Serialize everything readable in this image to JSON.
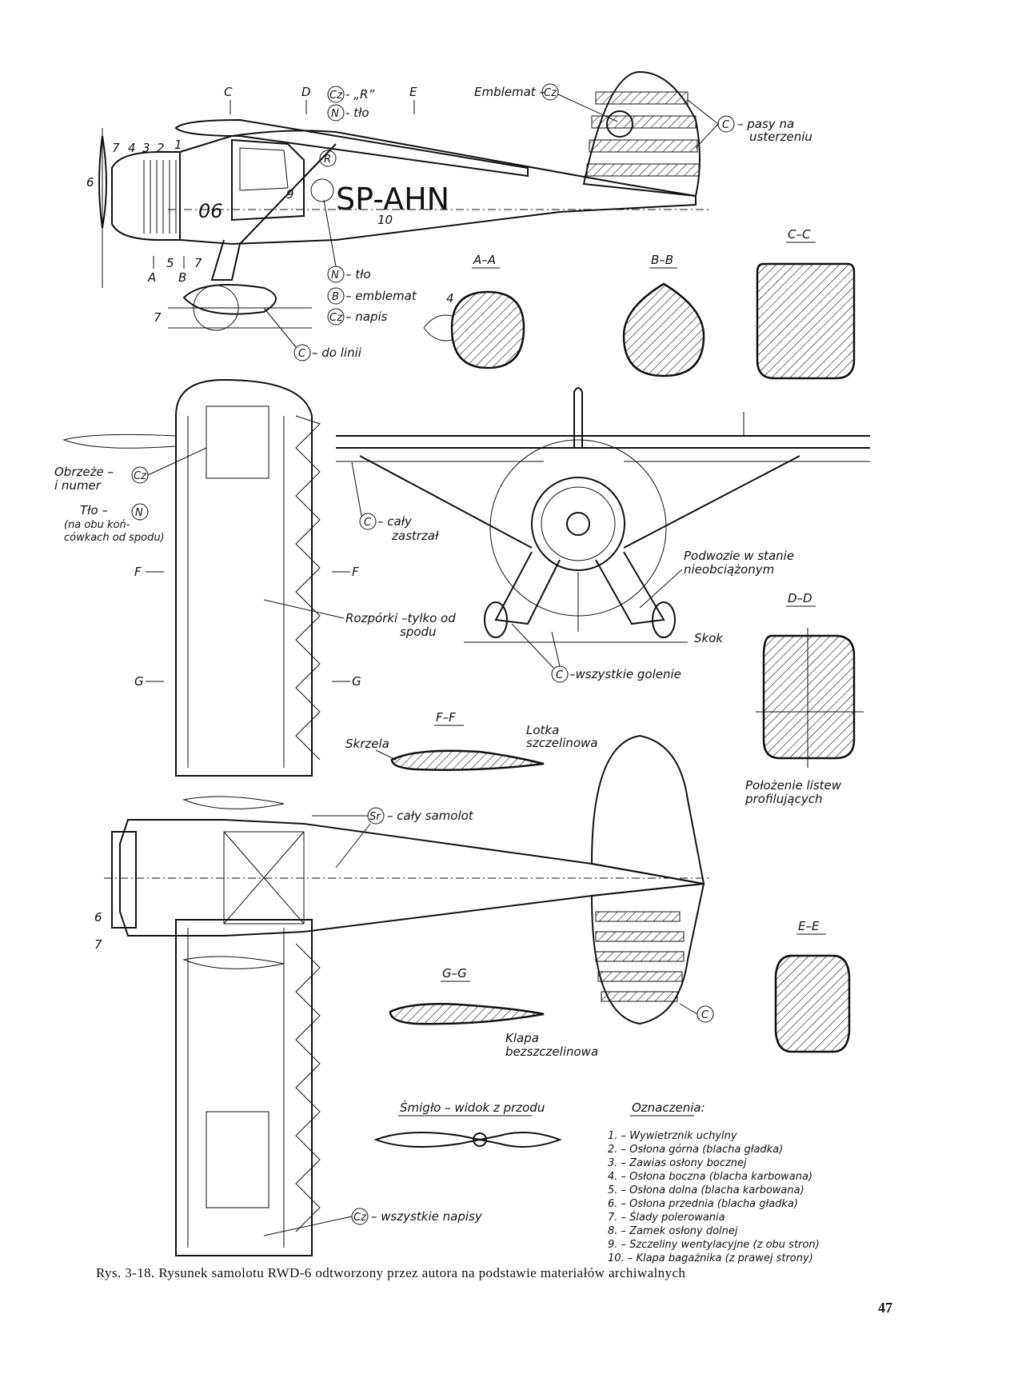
{
  "side_view": {
    "markers": [
      "C",
      "D",
      "E",
      "A",
      "B"
    ],
    "part_numbers": [
      "7",
      "4",
      "3",
      "2",
      "1",
      "6",
      "5",
      "7",
      "9",
      "10",
      "7"
    ],
    "callouts": {
      "cz_r": "- „R”",
      "n_tlo_top": "- tło",
      "emblemat_top": "Emblemat –",
      "pasy": [
        "– pasy na",
        "usterzeniu"
      ],
      "n_tlo_bottom": "– tło",
      "b_emblemat": "– emblemat",
      "cz_napis": "– napis",
      "c_do_linii": "– do linii",
      "registration": "SP-AHN",
      "fuselage_number": "06"
    }
  },
  "sections": {
    "a_a": "A–A",
    "b_b": "B–B",
    "c_c": "C–C",
    "d_d": "D–D",
    "e_e": "E–E",
    "f_f": "F–F",
    "g_g": "G–G",
    "a_a_part": "4"
  },
  "front_view": {
    "c_caly_zastrzal": [
      "– cały",
      "zastrzał"
    ],
    "podwozie": [
      "Podwozie w stanie",
      "nieobciążonym"
    ],
    "skok": "Skok",
    "c_goleni": "–wszystkie golenie"
  },
  "plan_view": {
    "obrzeze": [
      "Obrzeże –",
      "i numer"
    ],
    "tlo": [
      "Tło –",
      "(na obu koń-",
      "cówkach od spodu)"
    ],
    "rozporki": [
      "Rozpórki –tylko od",
      "spodu"
    ],
    "sr_caly_samolot": "– cały samolot",
    "cz_wszystkie_napisy": "– wszystkie napisy",
    "station_f": "F",
    "station_g": "G",
    "part_6": "6",
    "part_7": "7"
  },
  "profiles": {
    "skrzela": "Skrzela",
    "lotka": [
      "Lotka",
      "szczelinowa"
    ],
    "klapa": [
      "Klapa",
      "bezszczelinowa"
    ]
  },
  "cross_section_note": [
    "Położenie listew",
    "profilujących"
  ],
  "propeller": {
    "title": "Śmigło – widok z przodu"
  },
  "legend": {
    "title": "Oznaczenia:",
    "items": [
      "1. – Wywietrznik uchylny",
      "2. – Osłona górna (blacha gładka)",
      "3. – Zawias osłony bocznej",
      "4. – Osłona boczna (blacha karbowana)",
      "5. – Osłona dolna (blacha karbowana)",
      "6. – Osłona przednia (blacha gładka)",
      "7. – Ślady polerowania",
      "8. – Zamek osłony dolnej",
      "9. – Szczeliny wentylacyjne (z obu stron)",
      "10. – Klapa bagażnika (z prawej strony)"
    ]
  },
  "circle_codes": {
    "cz": "Cz",
    "n": "N",
    "r": "R",
    "b": "B",
    "c": "C",
    "sr": "Sr"
  },
  "caption": "Rys. 3-18. Rysunek samolotu RWD-6 odtworzony przez autora na podstawie materiałów archiwalnych",
  "page_number": "47"
}
